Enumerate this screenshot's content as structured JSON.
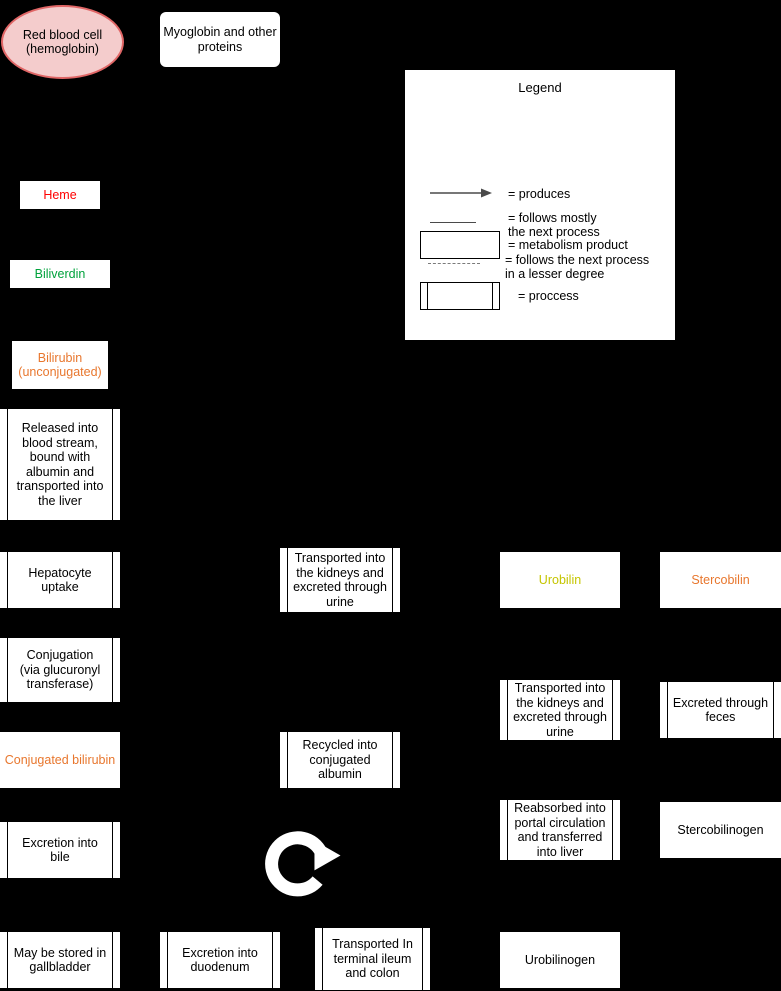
{
  "colors": {
    "background": "#000000",
    "node_fill": "#ffffff",
    "rbc_fill": "#f4cccc",
    "rbc_border": "#e06666",
    "heme_text": "#ff0000",
    "biliverdin_text": "#00a23c",
    "bilirubin_text": "#e8772e",
    "conjugated_bilirubin_text": "#e8772e",
    "urobilin_text": "#c5c500",
    "stercobilin_text": "#e8772e",
    "legend_arrow": "#4a4a4a"
  },
  "icons": {
    "recycle": "circular-arrow",
    "produces": "right-arrow",
    "follows": "solid-line",
    "follows_lesser": "dashed-line"
  },
  "diagram": {
    "nodes": {
      "rbc": {
        "label": "Red blood cell\n(hemoglobin)"
      },
      "myoglobin": {
        "label": "Myoglobin and other\nproteins"
      },
      "heme": {
        "label": "Heme",
        "color": "#ff0000"
      },
      "biliverdin": {
        "label": "Biliverdin",
        "color": "#00a23c"
      },
      "bilirubin_unconjugated": {
        "label": "Bilirubin\n(unconjugated)",
        "color": "#e8772e"
      },
      "released_blood": {
        "label": "Released into\nblood stream,\nbound with\nalbumin and\ntransported into\nthe liver"
      },
      "hepatocyte_uptake": {
        "label": "Hepatocyte\nuptake"
      },
      "conjugation": {
        "label": "Conjugation\n(via glucuronyl\ntransferase)"
      },
      "conjugated_bilirubin": {
        "label": "Conjugated bilirubin",
        "color": "#e8772e"
      },
      "excretion_bile": {
        "label": "Excretion into\nbile"
      },
      "stored_gallbladder": {
        "label": "May be stored in\ngallbladder"
      },
      "excretion_duodenum": {
        "label": "Excretion into\nduodenum"
      },
      "transported_ileum": {
        "label": "Transported In\nterminal ileum\nand colon"
      },
      "urobilinogen": {
        "label": "Urobilinogen"
      },
      "kidneys_urine_mid": {
        "label": "Transported into\nthe kidneys and\nexcreted through\nurine"
      },
      "recycled_albumin": {
        "label": "Recycled into\nconjugated\nalbumin"
      },
      "urobilin": {
        "label": "Urobilin",
        "color": "#c5c500"
      },
      "stercobilin": {
        "label": "Stercobilin",
        "color": "#e8772e"
      },
      "kidneys_urine_right": {
        "label": "Transported into\nthe kidneys and\nexcreted through\nurine"
      },
      "excreted_feces": {
        "label": "Excreted through\nfeces"
      },
      "reabsorbed_portal": {
        "label": "Reabsorbed into\nportal circulation\nand transferred\ninto liver"
      },
      "stercobilinogen": {
        "label": "Stercobilinogen"
      }
    },
    "legend": {
      "title": "Legend",
      "produces": "= produces",
      "follows": "= follows mostly\nthe next process",
      "follows_lesser": "= follows the next process\nin a lesser degree",
      "metabolism_product": "= metabolism product",
      "process": "= proccess"
    }
  }
}
